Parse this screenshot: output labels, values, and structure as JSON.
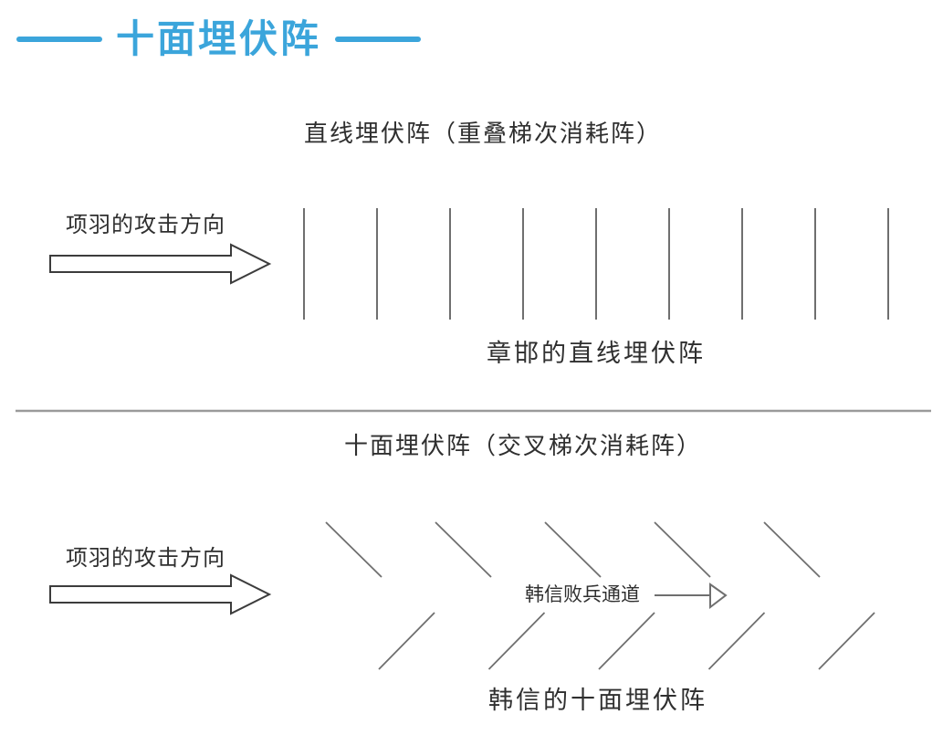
{
  "colors": {
    "accent": "#3ba5db",
    "line": "#6f6f6f",
    "text": "#2f2f2f",
    "divider": "#9a9a9a",
    "arrow-stroke": "#3c3c3c"
  },
  "header": {
    "title": "十面埋伏阵"
  },
  "top_diagram": {
    "title": "直线埋伏阵（重叠梯次消耗阵）",
    "attack_direction_label": "项羽的攻击方向",
    "caption": "章邯的直线埋伏阵",
    "ambush_lines": {
      "count": 9,
      "orientation": "vertical"
    }
  },
  "bottom_diagram": {
    "title": "十面埋伏阵（交叉梯次消耗阵）",
    "attack_direction_label": "项羽的攻击方向",
    "channel_label": "韩信败兵通道",
    "caption": "韩信的十面埋伏阵",
    "upper_ambush_lines": {
      "count": 5,
      "orientation": "diagonal-down-right"
    },
    "lower_ambush_lines": {
      "count": 5,
      "orientation": "diagonal-up-right"
    }
  }
}
